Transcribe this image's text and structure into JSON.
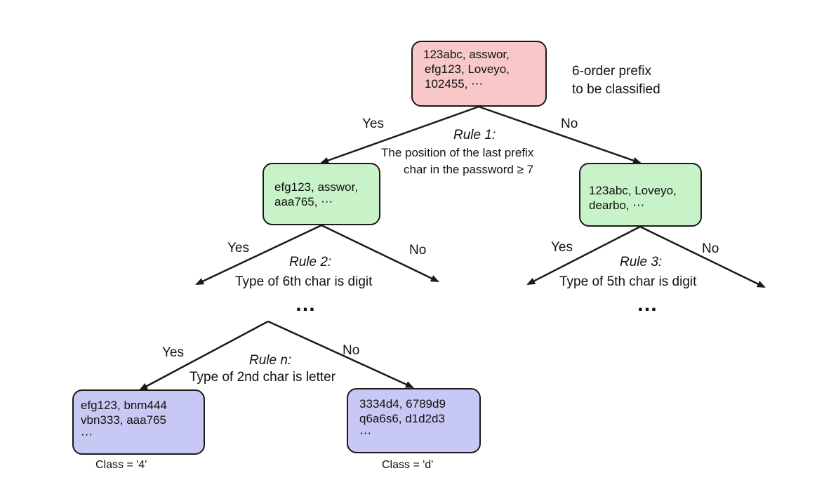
{
  "colors": {
    "root_fill": "#f8c8c8",
    "internal_fill": "#c8f2c8",
    "leaf_fill": "#c8c8f4",
    "stroke": "#1a1a1a"
  },
  "root": {
    "lines": [
      "123abc,  asswor,",
      "efg123,  Loveyo,",
      "102455, ⋯"
    ],
    "annotation": [
      "6-order prefix",
      "to be classified"
    ]
  },
  "rule1": {
    "name": "Rule 1",
    "colon": ":",
    "lines": [
      "The position of the last prefix",
      "char in the password ≥ 7"
    ],
    "yes": "Yes",
    "no": "No"
  },
  "left_node": {
    "lines": [
      "efg123, asswor,",
      "aaa765, ⋯"
    ]
  },
  "right_node": {
    "lines": [
      "123abc, Loveyo,",
      "dearbo, ⋯"
    ]
  },
  "rule2": {
    "name": "Rule 2",
    "colon": ":",
    "text": "Type of 6th char is digit",
    "yes": "Yes",
    "no": "No"
  },
  "rule3": {
    "name": "Rule 3",
    "colon": ":",
    "text": "Type of 5th char is digit",
    "yes": "Yes",
    "no": "No"
  },
  "ellipsis_left": "…",
  "ellipsis_right": "…",
  "rulen": {
    "name": "Rule n",
    "colon": ":",
    "text": "Type of 2nd char is letter",
    "yes": "Yes",
    "no": "No"
  },
  "leaf_left": {
    "lines": [
      "efg123, bnm444",
      "vbn333, aaa765",
      "⋯"
    ],
    "class_label": "Class = '4'"
  },
  "leaf_right": {
    "lines": [
      "3334d4,  6789d9",
      "q6a6s6,  d1d2d3",
      "⋯"
    ],
    "class_label": "Class = 'd'"
  }
}
